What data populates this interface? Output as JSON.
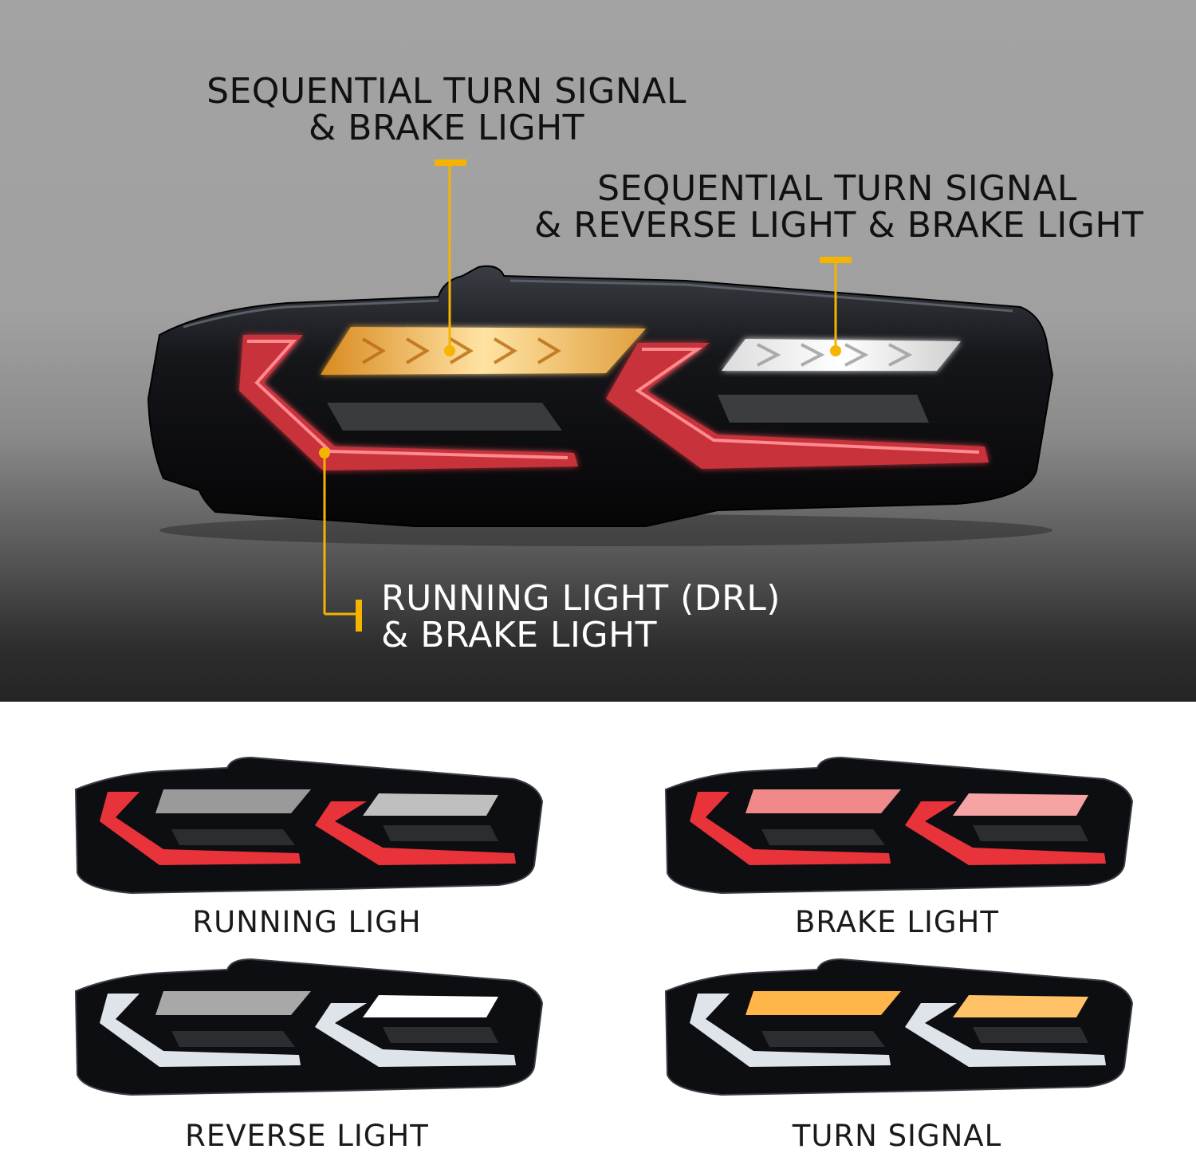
{
  "hero": {
    "callouts": [
      {
        "id": "upper-left",
        "lines": [
          "SEQUENTIAL TURN SIGNAL",
          "& BRAKE LIGHT"
        ]
      },
      {
        "id": "upper-right",
        "lines": [
          "SEQUENTIAL TURN SIGNAL",
          "& REVERSE LIGHT & BRAKE LIGHT"
        ]
      },
      {
        "id": "lower",
        "lines": [
          "RUNNING LIGHT (DRL)",
          "& BRAKE LIGHT"
        ]
      }
    ],
    "accent_color": "#f5b400"
  },
  "modes": [
    {
      "caption": "RUNNING LIGH",
      "bar_color": "#e8333a",
      "amber_strip": "#9a9a9a",
      "white_strip": "#bfbfbf"
    },
    {
      "caption": "BRAKE LIGHT",
      "bar_color": "#e8333a",
      "amber_strip": "#f08a8a",
      "white_strip": "#f5a3a3"
    },
    {
      "caption": "REVERSE LIGHT",
      "bar_color": "#dfe4ea",
      "amber_strip": "#a8a8a8",
      "white_strip": "#ffffff"
    },
    {
      "caption": "TURN SIGNAL",
      "bar_color": "#dfe4ea",
      "amber_strip": "#ffb54a",
      "white_strip": "#ffc266"
    }
  ]
}
